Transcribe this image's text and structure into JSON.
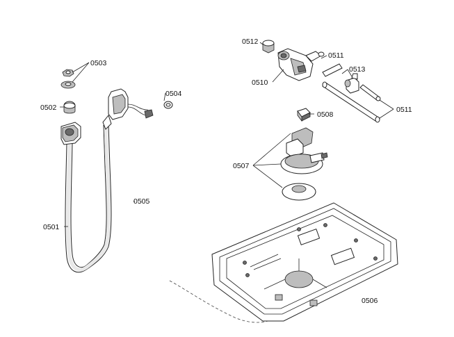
{
  "labels": {
    "l0501": "0501",
    "l0502": "0502",
    "l0503": "0503",
    "l0504": "0504",
    "l0505": "0505",
    "l0506": "0506",
    "l0507": "0507",
    "l0508": "0508",
    "l0510": "0510",
    "l0511a": "0511",
    "l0511b": "0511",
    "l0512": "0512",
    "l0513": "0513"
  }
}
